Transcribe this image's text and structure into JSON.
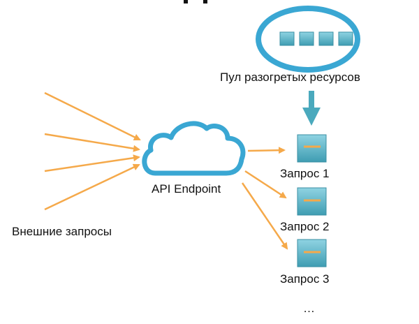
{
  "title_partial": "• •",
  "pool": {
    "label": "Пул разогретых ресурсов",
    "resource_count": 4
  },
  "endpoint": {
    "label": "API Endpoint",
    "icon": "cloud-icon"
  },
  "external": {
    "label": "Внешние запросы",
    "incoming_arrow_count": 4
  },
  "requests": [
    {
      "label": "Запрос 1"
    },
    {
      "label": "Запрос 2"
    },
    {
      "label": "Запрос 3"
    }
  ],
  "ellipsis": "…",
  "colors": {
    "blue": "#3aa7d3",
    "teal_box": "#55b6c9",
    "teal_arrow": "#4aa9bd",
    "orange": "#f5a94a"
  }
}
